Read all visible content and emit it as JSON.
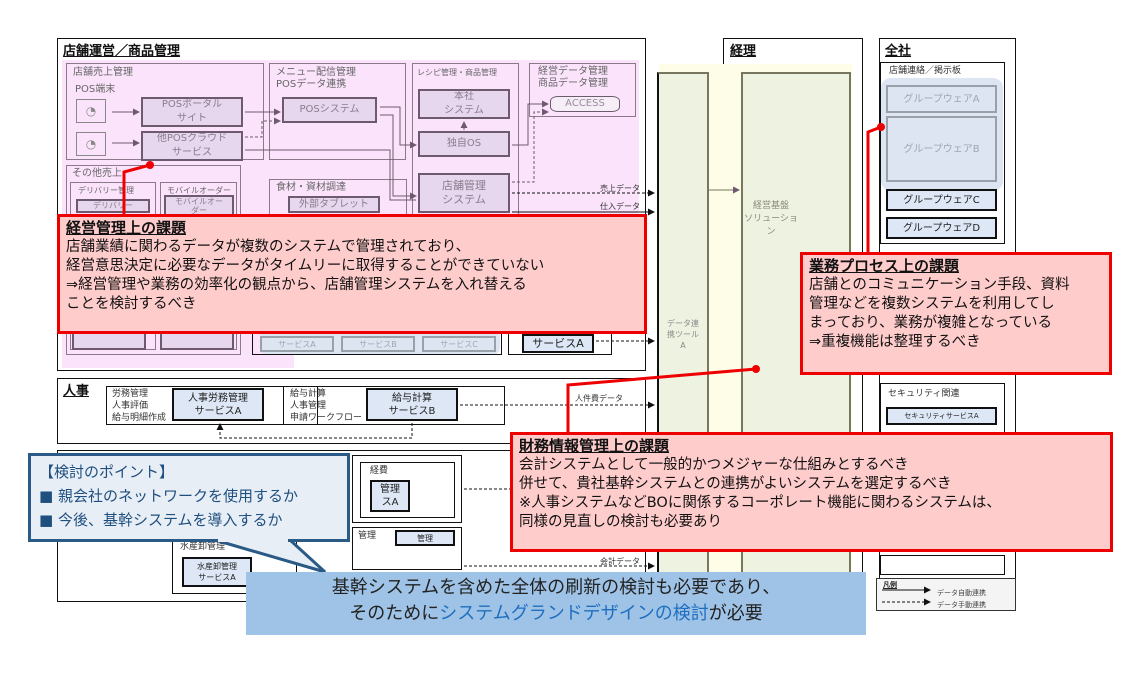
{
  "sections": {
    "store_ops": {
      "title": "店舗運営／商品管理",
      "store_sales": {
        "label": "店舗売上管理",
        "pos_terminal_label": "POS端末",
        "pos_portal": "POSポータル\nサイト",
        "other_pos_cloud": "他POSクラウド\nサービス"
      },
      "menu": {
        "label": "メニュー配信管理\nPOSデータ連携",
        "pos_system": "POSシステム"
      },
      "recipe": {
        "label": "レシピ管理・商品管理",
        "hq_system": "本社\nシステム",
        "own_os": "独自OS",
        "store_mgmt_system": "店舗管理\nシステム"
      },
      "mgmt_data": {
        "label": "経営データ管理\n商品データ管理",
        "access": "ACCESS"
      },
      "other_sales": {
        "label": "その他売上",
        "delivery_label": "デリバリー管理",
        "delivery_box": "デリバリー",
        "mobile_label": "モバイルオーダー",
        "mobile_box": "モバイルオー\nダー"
      },
      "procurement": {
        "label": "食材・資材調達",
        "external_tablet": "外部タブレット"
      },
      "services_abc": [
        "サービスA",
        "サービスB",
        "サービスC"
      ],
      "service_a_box": "サービスA",
      "data_labels": [
        "売上データ",
        "仕入データ"
      ]
    },
    "hr": {
      "title": "人事",
      "left_labels": "労務管理\n人事評価\n給与明細作成",
      "left_box": "人事労務管理\nサービスA",
      "right_labels": "給与計算\n人事管理\n申請ワークフロー",
      "right_box": "給与計算\nサービスB",
      "data_label": "人件費データ"
    },
    "other": {
      "expense_label": "経費",
      "expense_box": "管理\nスA",
      "fish_label": "水産卸管理",
      "fish_box": "水産卸管理\nサービスA",
      "second_label": "管理",
      "second_box": "管理",
      "data_label": "会計データ"
    },
    "accounting": {
      "title": "経理",
      "data_tool": "データ連\n携ツール\nA",
      "mgmt_solution": "経営基盤\nソリューション"
    },
    "company": {
      "title": "全社",
      "board_label": "店舗連絡／掲示板",
      "groupware": [
        "グループウェアA",
        "グループウェアB",
        "グループウェアC",
        "グループウェアD"
      ],
      "security_label": "セキュリティ関連",
      "security_box": "セキュリティサービスA"
    }
  },
  "issues": {
    "management": {
      "title": "経営管理上の課題",
      "lines": [
        "店舗業績に関わるデータが複数のシステムで管理されており、",
        "経営意思決定に必要なデータがタイムリーに取得することができていない",
        "⇒経営管理や業務の効率化の観点から、店舗管理システムを入れ替える",
        "ことを検討するべき"
      ]
    },
    "business_process": {
      "title": "業務プロセス上の課題",
      "lines": [
        "店舗とのコミュニケーション手段、資料",
        "管理などを複数システムを利用してし",
        "まっており、業務が複雑となっている",
        "⇒重複機能は整理するべき"
      ]
    },
    "finance": {
      "title": "財務情報管理上の課題",
      "lines": [
        "会計システムとして一般的かつメジャーな仕組みとするべき",
        "併せて、貴社基幹システムとの連携がよいシステムを選定するべき",
        "※人事システムなどBOに関係するコーポレート機能に関わるシステムは、",
        "同様の見直しの検討も必要あり"
      ]
    }
  },
  "callout": {
    "title": "【検討のポイント】",
    "items": [
      "■ 親会社のネットワークを使用するか",
      "■ 今後、基幹システムを導入するか"
    ]
  },
  "banner": {
    "line1": "基幹システムを含めた全体の刷新の検討も必要であり、",
    "line2_pre": "そのために",
    "line2_highlight": "システムグランドデザインの検討",
    "line2_post": "が必要"
  },
  "legend": {
    "title": "凡例",
    "auto": "データ自動連携",
    "manual": "データ手動連携"
  },
  "colors": {
    "issue_border": "#ee0000",
    "issue_fill": "#ffcccc",
    "callout_border": "#2a5a85",
    "banner_fill": "#9fc3e6",
    "highlight": "#1f6fc0"
  }
}
